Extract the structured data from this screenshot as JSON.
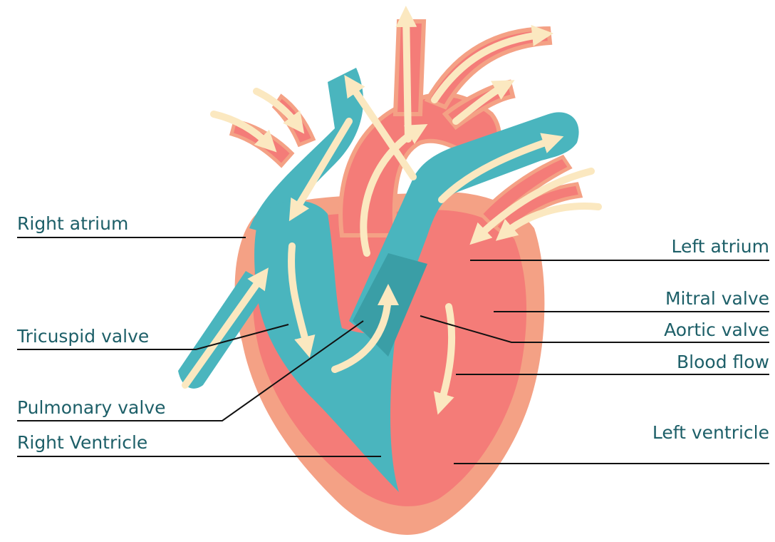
{
  "labels": {
    "right_atrium": "Right atrium",
    "tricuspid_valve": "Tricuspid valve",
    "pulmonary_valve": "Pulmonary valve",
    "right_ventricle": "Right Ventricle",
    "left_atrium": "Left atrium",
    "mitral_valve": "Mitral valve",
    "aortic_valve": "Aortic valve",
    "blood_flow": "Blood flow",
    "left_ventricle": "Left ventricle"
  },
  "colors": {
    "outer_tissue": "#f4a185",
    "muscle": "#f47c78",
    "deoxygenated": "#4ab5be",
    "deoxygenated_dark": "#3a9ea6",
    "arrow": "#fbe8c0",
    "leader_line": "#111111",
    "label_text": "#1d5f68"
  }
}
